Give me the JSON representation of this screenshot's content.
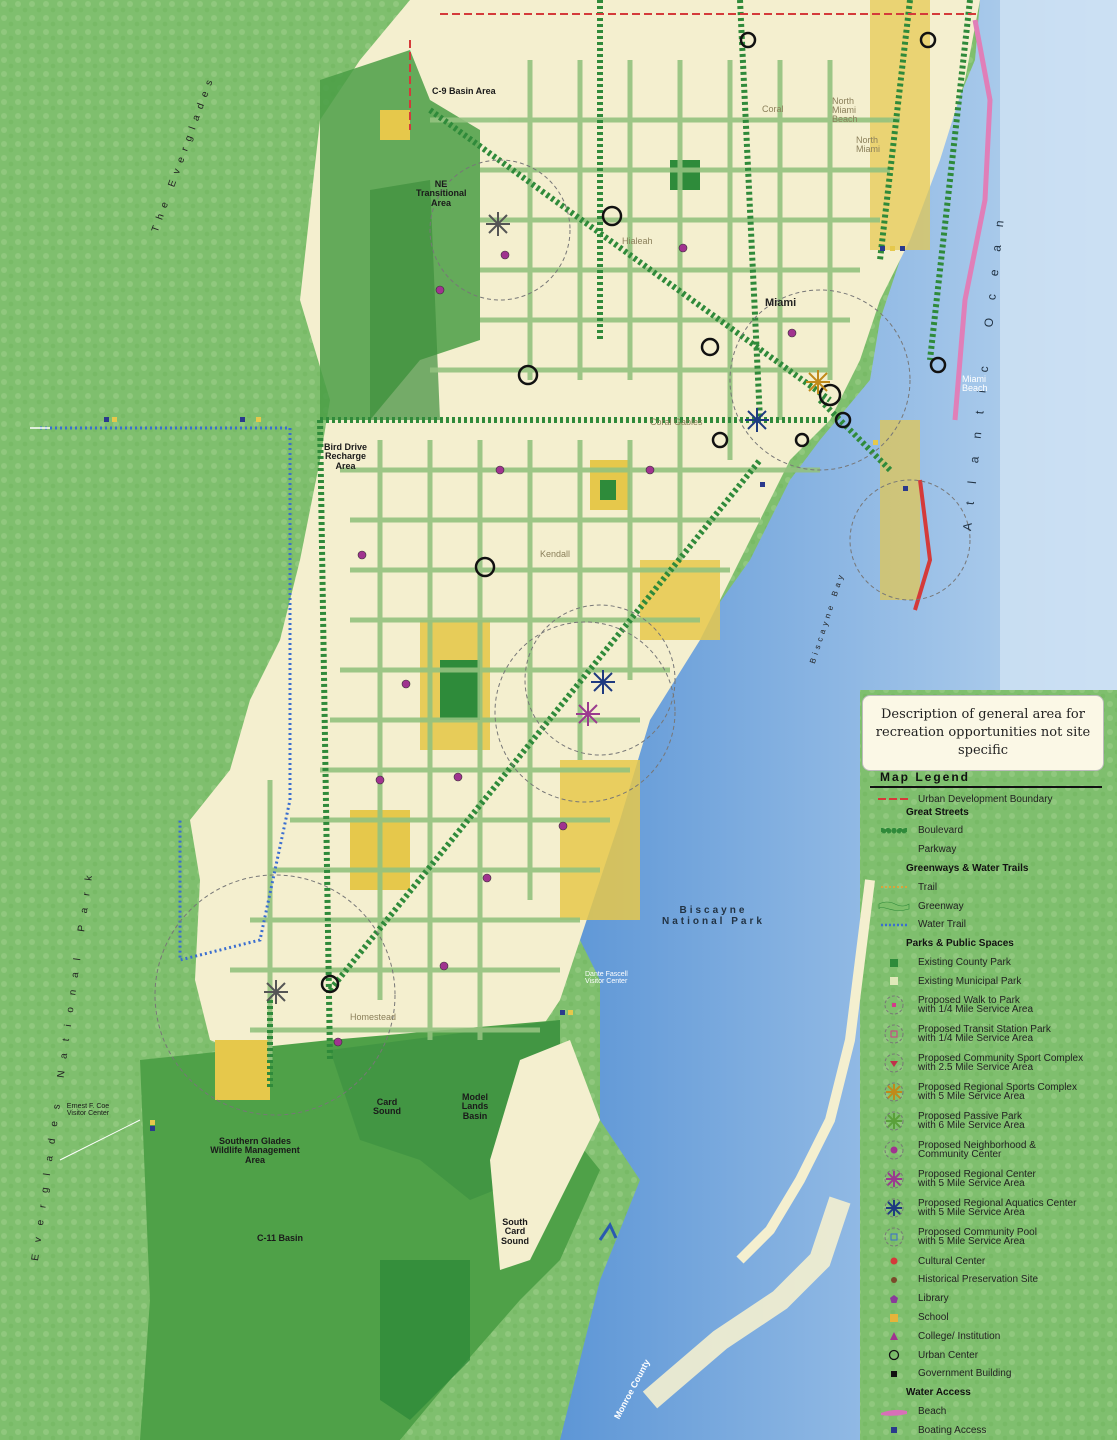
{
  "map_labels": {
    "everglades_top": "The Everglades",
    "everglades_np": "Everglades National Park",
    "atlantic": "Atlantic Ocean",
    "biscayne_bay": "Biscayne Bay",
    "biscayne_np_line1": "Biscayne",
    "biscayne_np_line2": "National Park",
    "monroe": "Monroe County",
    "c9": "C-9 Basin Area",
    "ne_transitional": "NE Transitional Area",
    "bird_drive": "Bird Drive Recharge Area",
    "southern_glades": "Southern Glades Wildlife Management Area",
    "c11": "C-11 Basin",
    "card_sound": "Card Sound",
    "model_lands": "Model Lands Basin",
    "south_card_sound": "South Card Sound",
    "dante": "Dante Fascell Visitor Center",
    "ernest": "Ernest F. Coe Visitor Center",
    "miami": "Miami",
    "hialeah": "Hialeah",
    "kendall": "Kendall",
    "homestead": "Homestead",
    "coral_gables": "Coral Gables",
    "north_miami_beach": "North Miami Beach",
    "north_miami": "North Miami",
    "miami_beach": "Miami Beach",
    "coral": "Coral"
  },
  "note": "Description of general area for recreation opportunities not site specific",
  "legend": {
    "title": "Map Legend",
    "udb": "Urban Development Boundary",
    "great_streets": "Great Streets",
    "boulevard": "Boulevard",
    "parkway": "Parkway",
    "greenways": "Greenways & Water Trails",
    "trail": "Trail",
    "greenway": "Greenway",
    "water_trail": "Water Trail",
    "parks": "Parks & Public Spaces",
    "county_park": "Existing County Park",
    "municipal_park": "Existing Municipal Park",
    "walk_park_1": "Proposed Walk to Park",
    "walk_park_2": "with 1/4 Mile Service Area",
    "transit_park_1": "Proposed Transit Station Park",
    "transit_park_2": "with 1/4 Mile Service Area",
    "community_sport_1": "Proposed Community Sport Complex",
    "community_sport_2": "with 2.5 Mile Service Area",
    "regional_sport_1": "Proposed Regional Sports Complex",
    "regional_sport_2": "with 5 Mile Service Area",
    "passive_1": "Proposed Passive Park",
    "passive_2": "with 6 Mile Service Area",
    "neighborhood_1": "Proposed Neighborhood &",
    "neighborhood_2": "Community Center",
    "regional_center_1": "Proposed Regional Center",
    "regional_center_2": "with 5 Mile Service Area",
    "aquatics_1": "Proposed Regional Aquatics Center",
    "aquatics_2": "with 5 Mile Service Area",
    "pool_1": "Proposed Community Pool",
    "pool_2": "with 5 Mile Service Area",
    "cultural": "Cultural Center",
    "historical": "Historical Preservation Site",
    "library": "Library",
    "school": "School",
    "college": "College/ Institution",
    "urban_center": "Urban Center",
    "government": "Government Building",
    "water_access": "Water Access",
    "beach": "Beach",
    "boating": "Boating Access"
  },
  "colors": {
    "everglades": "#7fbf6e",
    "urban": "#f4efcf",
    "county_park": "#2e8b3a",
    "municipal_park": "#e6c84b",
    "water": "#6aa3d8",
    "udb": "#d43a3a",
    "boulevard": "#2f8a3a",
    "parkway": "#7dbf6a"
  }
}
